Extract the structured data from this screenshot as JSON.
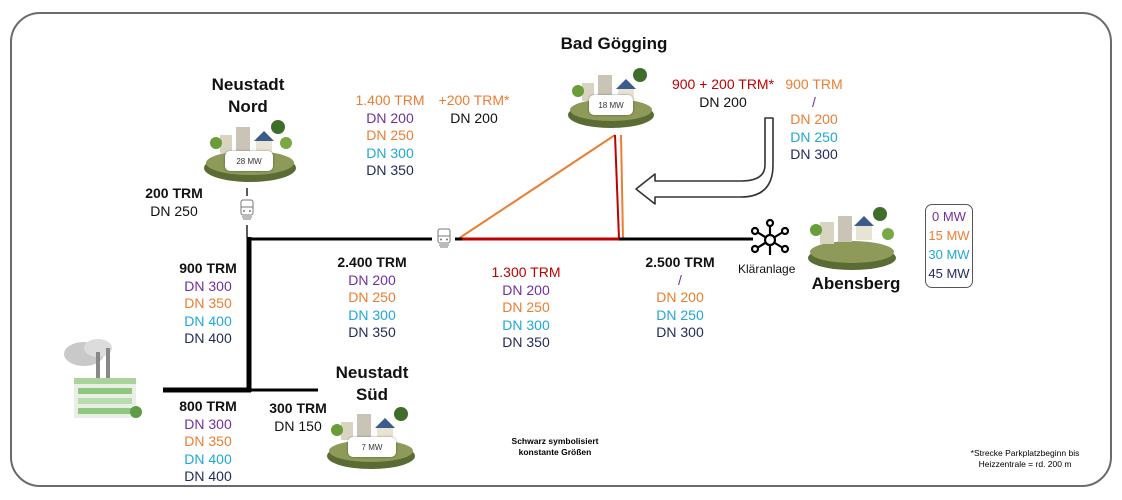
{
  "colors": {
    "purple": "#7030a0",
    "orange": "#ed7d31",
    "cyan": "#1fa8d8",
    "navy": "#1f2a5a",
    "red": "#c00000",
    "black": "#111111"
  },
  "places": {
    "neustadt_nord": {
      "name_line1": "Neustadt",
      "name_line2": "Nord",
      "power": "28 MW"
    },
    "bad_goegging": {
      "name": "Bad Gögging",
      "power": "18 MW"
    },
    "neustadt_sued": {
      "name_line1": "Neustadt",
      "name_line2": "Süd",
      "power": "7 MW"
    },
    "abensberg": {
      "name": "Abensberg"
    },
    "klaeranlage": {
      "name": "Kläranlage"
    },
    "heizzentrale": {
      "icon": "factory-icon"
    }
  },
  "segments": {
    "nord_branch": {
      "length": "200 TRM",
      "dn": [
        "DN 250"
      ]
    },
    "vertical_main": {
      "length": "900 TRM",
      "dn": [
        "DN 300",
        "DN 350",
        "DN 400",
        "DN 400"
      ]
    },
    "main_2400": {
      "length": "2.400 TRM",
      "dn": [
        "DN 200",
        "DN 250",
        "DN 300",
        "DN 350"
      ]
    },
    "bad_diag": {
      "length": "1.400 TRM",
      "extra": "+200 TRM*",
      "extra_dn": "DN 200",
      "dn": [
        "DN 200",
        "DN 250",
        "DN 300",
        "DN 350"
      ]
    },
    "bad_red": {
      "length": "900 + 200 TRM*",
      "dn": [
        "DN 200"
      ]
    },
    "bad_orange": {
      "length": "900 TRM",
      "slash": "/",
      "dn": [
        "DN 200",
        "DN 250",
        "DN 300"
      ]
    },
    "red_1300": {
      "length": "1.300 TRM",
      "dn": [
        "DN 200",
        "DN 250",
        "DN 300",
        "DN 350"
      ]
    },
    "east_2500": {
      "length": "2.500 TRM",
      "slash": "/",
      "dn": [
        "DN 200",
        "DN 250",
        "DN 300"
      ]
    },
    "plant_800": {
      "length": "800 TRM",
      "dn": [
        "DN 300",
        "DN 350",
        "DN 400",
        "DN 400"
      ]
    },
    "sued_300": {
      "length": "300 TRM",
      "dn": [
        "DN 150"
      ]
    }
  },
  "legend": {
    "items": [
      {
        "label": "0 MW",
        "color": "#7030a0"
      },
      {
        "label": "15 MW",
        "color": "#ed7d31"
      },
      {
        "label": "30 MW",
        "color": "#1fa8d8"
      },
      {
        "label": "45 MW",
        "color": "#1f2a5a"
      }
    ]
  },
  "notes": {
    "black_note_line1": "Schwarz symbolisiert",
    "black_note_line2": "konstante Größen",
    "footnote_line1": "*Strecke Parkplatzbeginn bis",
    "footnote_line2": "Heizzentrale = rd. 200 m"
  }
}
